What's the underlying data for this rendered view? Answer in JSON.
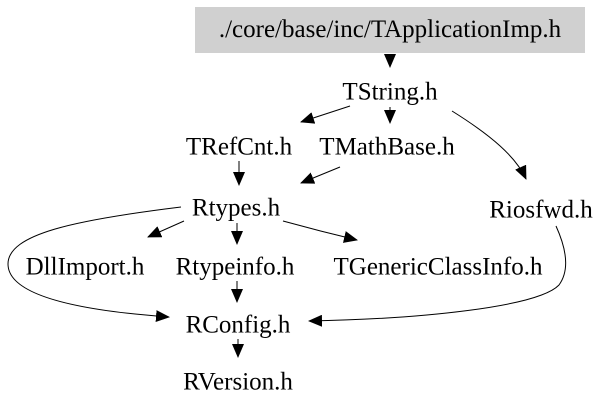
{
  "diagram": {
    "type": "include-dependency-graph",
    "nodes": [
      {
        "id": "TApplicationImp.h",
        "label": "./core/base/inc/TApplicationImp.h",
        "highlighted": true
      },
      {
        "id": "TString.h",
        "label": "TString.h",
        "highlighted": false
      },
      {
        "id": "TRefCnt.h",
        "label": "TRefCnt.h",
        "highlighted": false
      },
      {
        "id": "TMathBase.h",
        "label": "TMathBase.h",
        "highlighted": false
      },
      {
        "id": "Rtypes.h",
        "label": "Rtypes.h",
        "highlighted": false
      },
      {
        "id": "Riosfwd.h",
        "label": "Riosfwd.h",
        "highlighted": false
      },
      {
        "id": "DllImport.h",
        "label": "DllImport.h",
        "highlighted": false
      },
      {
        "id": "Rtypeinfo.h",
        "label": "Rtypeinfo.h",
        "highlighted": false
      },
      {
        "id": "TGenericClassInfo.h",
        "label": "TGenericClassInfo.h",
        "highlighted": false
      },
      {
        "id": "RConfig.h",
        "label": "RConfig.h",
        "highlighted": false
      },
      {
        "id": "RVersion.h",
        "label": "RVersion.h",
        "highlighted": false
      }
    ],
    "edges": [
      {
        "from": "TApplicationImp.h",
        "to": "TString.h"
      },
      {
        "from": "TString.h",
        "to": "TRefCnt.h"
      },
      {
        "from": "TString.h",
        "to": "TMathBase.h"
      },
      {
        "from": "TString.h",
        "to": "Riosfwd.h"
      },
      {
        "from": "TRefCnt.h",
        "to": "Rtypes.h"
      },
      {
        "from": "TMathBase.h",
        "to": "Rtypes.h"
      },
      {
        "from": "Rtypes.h",
        "to": "DllImport.h"
      },
      {
        "from": "Rtypes.h",
        "to": "Rtypeinfo.h"
      },
      {
        "from": "Rtypes.h",
        "to": "TGenericClassInfo.h"
      },
      {
        "from": "Rtypes.h",
        "to": "RConfig.h"
      },
      {
        "from": "Rtypeinfo.h",
        "to": "RConfig.h"
      },
      {
        "from": "Riosfwd.h",
        "to": "RConfig.h"
      },
      {
        "from": "RConfig.h",
        "to": "RVersion.h"
      }
    ],
    "colors": {
      "highlighted_node_bg": "#d0d0d0",
      "edge": "#000000",
      "text": "#000000",
      "background": "#ffffff"
    }
  }
}
